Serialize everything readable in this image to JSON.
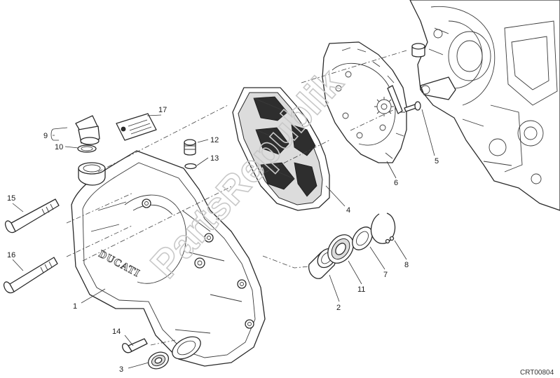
{
  "watermark": "PartsRepublik",
  "brand_on_cover": "DUCATI",
  "drawing_code": "CRT00804",
  "callouts": [
    "1",
    "2",
    "3",
    "4",
    "5",
    "6",
    "7",
    "8",
    "9",
    "10",
    "11",
    "12",
    "13",
    "14",
    "15",
    "16",
    "17"
  ]
}
